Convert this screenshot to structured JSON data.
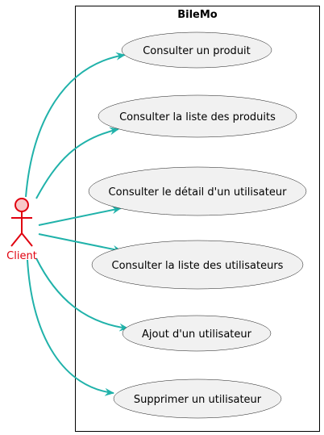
{
  "system": {
    "title": "BileMo"
  },
  "actor": {
    "name": "Client",
    "color": "#e0000f",
    "fill": "#f8c8c8"
  },
  "use_cases": [
    {
      "label": "Consulter un produit"
    },
    {
      "label": "Consulter la liste des produits"
    },
    {
      "label": "Consulter le détail d'un utilisateur"
    },
    {
      "label": "Consulter la liste des utilisateurs"
    },
    {
      "label": "Ajout d'un utilisateur"
    },
    {
      "label": "Supprimer un utilisateur"
    }
  ],
  "colors": {
    "arrow": "#20b2aa",
    "usecase_fill": "#f1f1f1",
    "usecase_stroke": "#181818",
    "boundary_stroke": "#000000"
  }
}
